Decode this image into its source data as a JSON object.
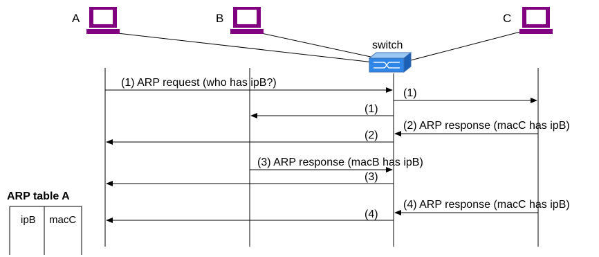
{
  "hosts": [
    {
      "name": "A"
    },
    {
      "name": "B"
    },
    {
      "name": "C"
    }
  ],
  "switch": {
    "label": "switch"
  },
  "messages": [
    {
      "label": "(1) ARP request (who has ipB?)"
    },
    {
      "label": "(1)"
    },
    {
      "label": "(1)"
    },
    {
      "label": "(2) ARP response (macC has ipB)"
    },
    {
      "label": "(2)"
    },
    {
      "label": "(3) ARP response (macB has ipB)"
    },
    {
      "label": "(3)"
    },
    {
      "label": "(4) ARP response (macC has ipB)"
    },
    {
      "label": "(4)"
    }
  ],
  "arp_table": {
    "title": "ARP table A",
    "row": {
      "ip": "ipB",
      "mac": "macC"
    }
  },
  "colors": {
    "host": "#800080",
    "switch_fill": "#2f86e6",
    "line": "#000000"
  }
}
